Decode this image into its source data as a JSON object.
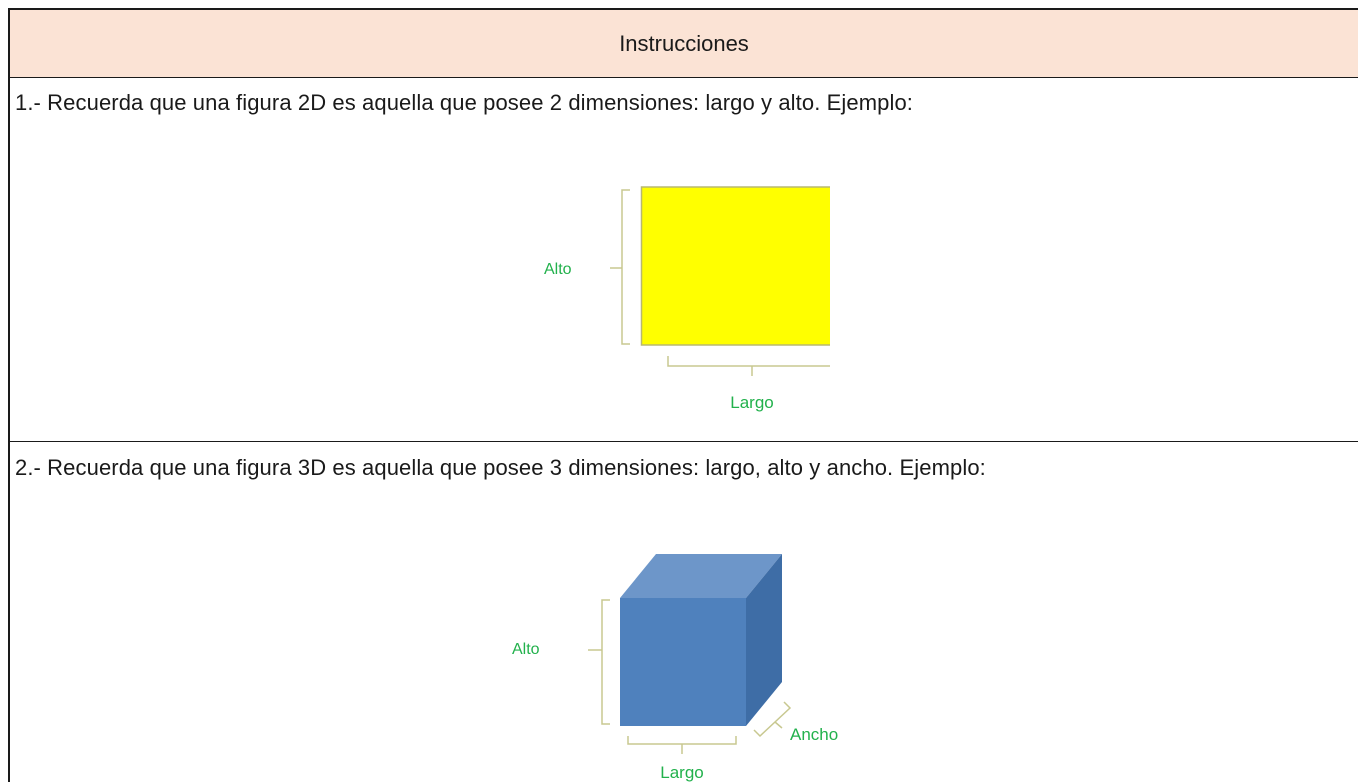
{
  "header": {
    "title": "Instrucciones"
  },
  "items": [
    {
      "text": "1.- Recuerda que una figura 2D es aquella que posee 2 dimensiones: largo y alto. Ejemplo:",
      "labels": {
        "alto": "Alto",
        "largo": "Largo"
      }
    },
    {
      "text": "2.- Recuerda que una figura 3D es aquella que posee 3 dimensiones: largo, alto y ancho. Ejemplo:",
      "labels": {
        "alto": "Alto",
        "largo": "Largo",
        "ancho": "Ancho"
      }
    }
  ],
  "colors": {
    "header_bg": "#fbe3d5",
    "square_fill": "#ffff00",
    "cube_front": "#4f81bd",
    "cube_top": "#6d96c9",
    "cube_side": "#3e6da6",
    "dimension_label": "#22b14c",
    "bracket": "#c8c890"
  }
}
